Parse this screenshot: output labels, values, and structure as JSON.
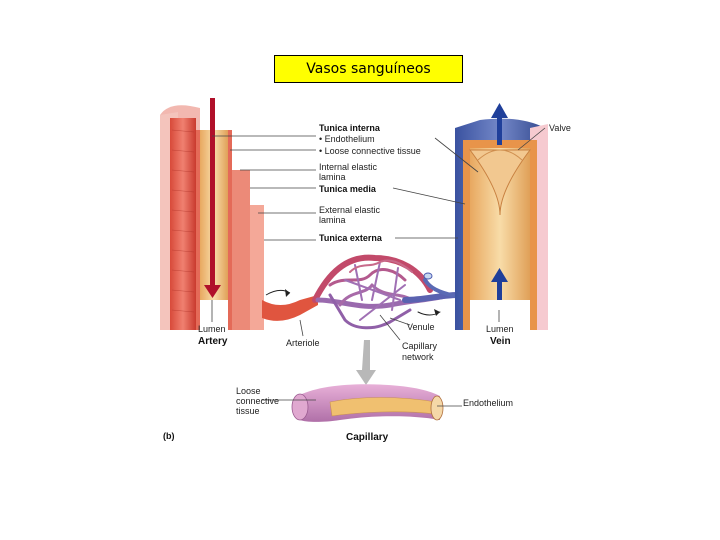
{
  "title": "Vasos sanguíneos",
  "labels": {
    "tunica_interna": "Tunica interna",
    "endothelium": "• Endothelium",
    "loose_ct": "• Loose connective tissue",
    "internal_elastic_1": "Internal elastic",
    "internal_elastic_2": "lamina",
    "tunica_media": "Tunica media",
    "external_elastic_1": "External elastic",
    "external_elastic_2": "lamina",
    "tunica_externa": "Tunica externa",
    "valve": "Valve",
    "lumen_artery": "Lumen",
    "artery": "Artery",
    "arteriole": "Arteriole",
    "capillary_network_1": "Capillary",
    "capillary_network_2": "network",
    "venule": "Venule",
    "lumen_vein": "Lumen",
    "vein": "Vein",
    "loose_ct_cap_1": "Loose",
    "loose_ct_cap_2": "connective",
    "loose_ct_cap_3": "tissue",
    "endothelium_cap": "Endothelium",
    "capillary": "Capillary",
    "panel": "(b)"
  },
  "colors": {
    "title_bg": "#ffff00",
    "artery_red": "#e0553f",
    "vein_blue": "#3f58a8",
    "lumen_tan": "#f3c98a",
    "arrow_red": "#b0102a",
    "arrow_blue": "#1f3f9a"
  }
}
